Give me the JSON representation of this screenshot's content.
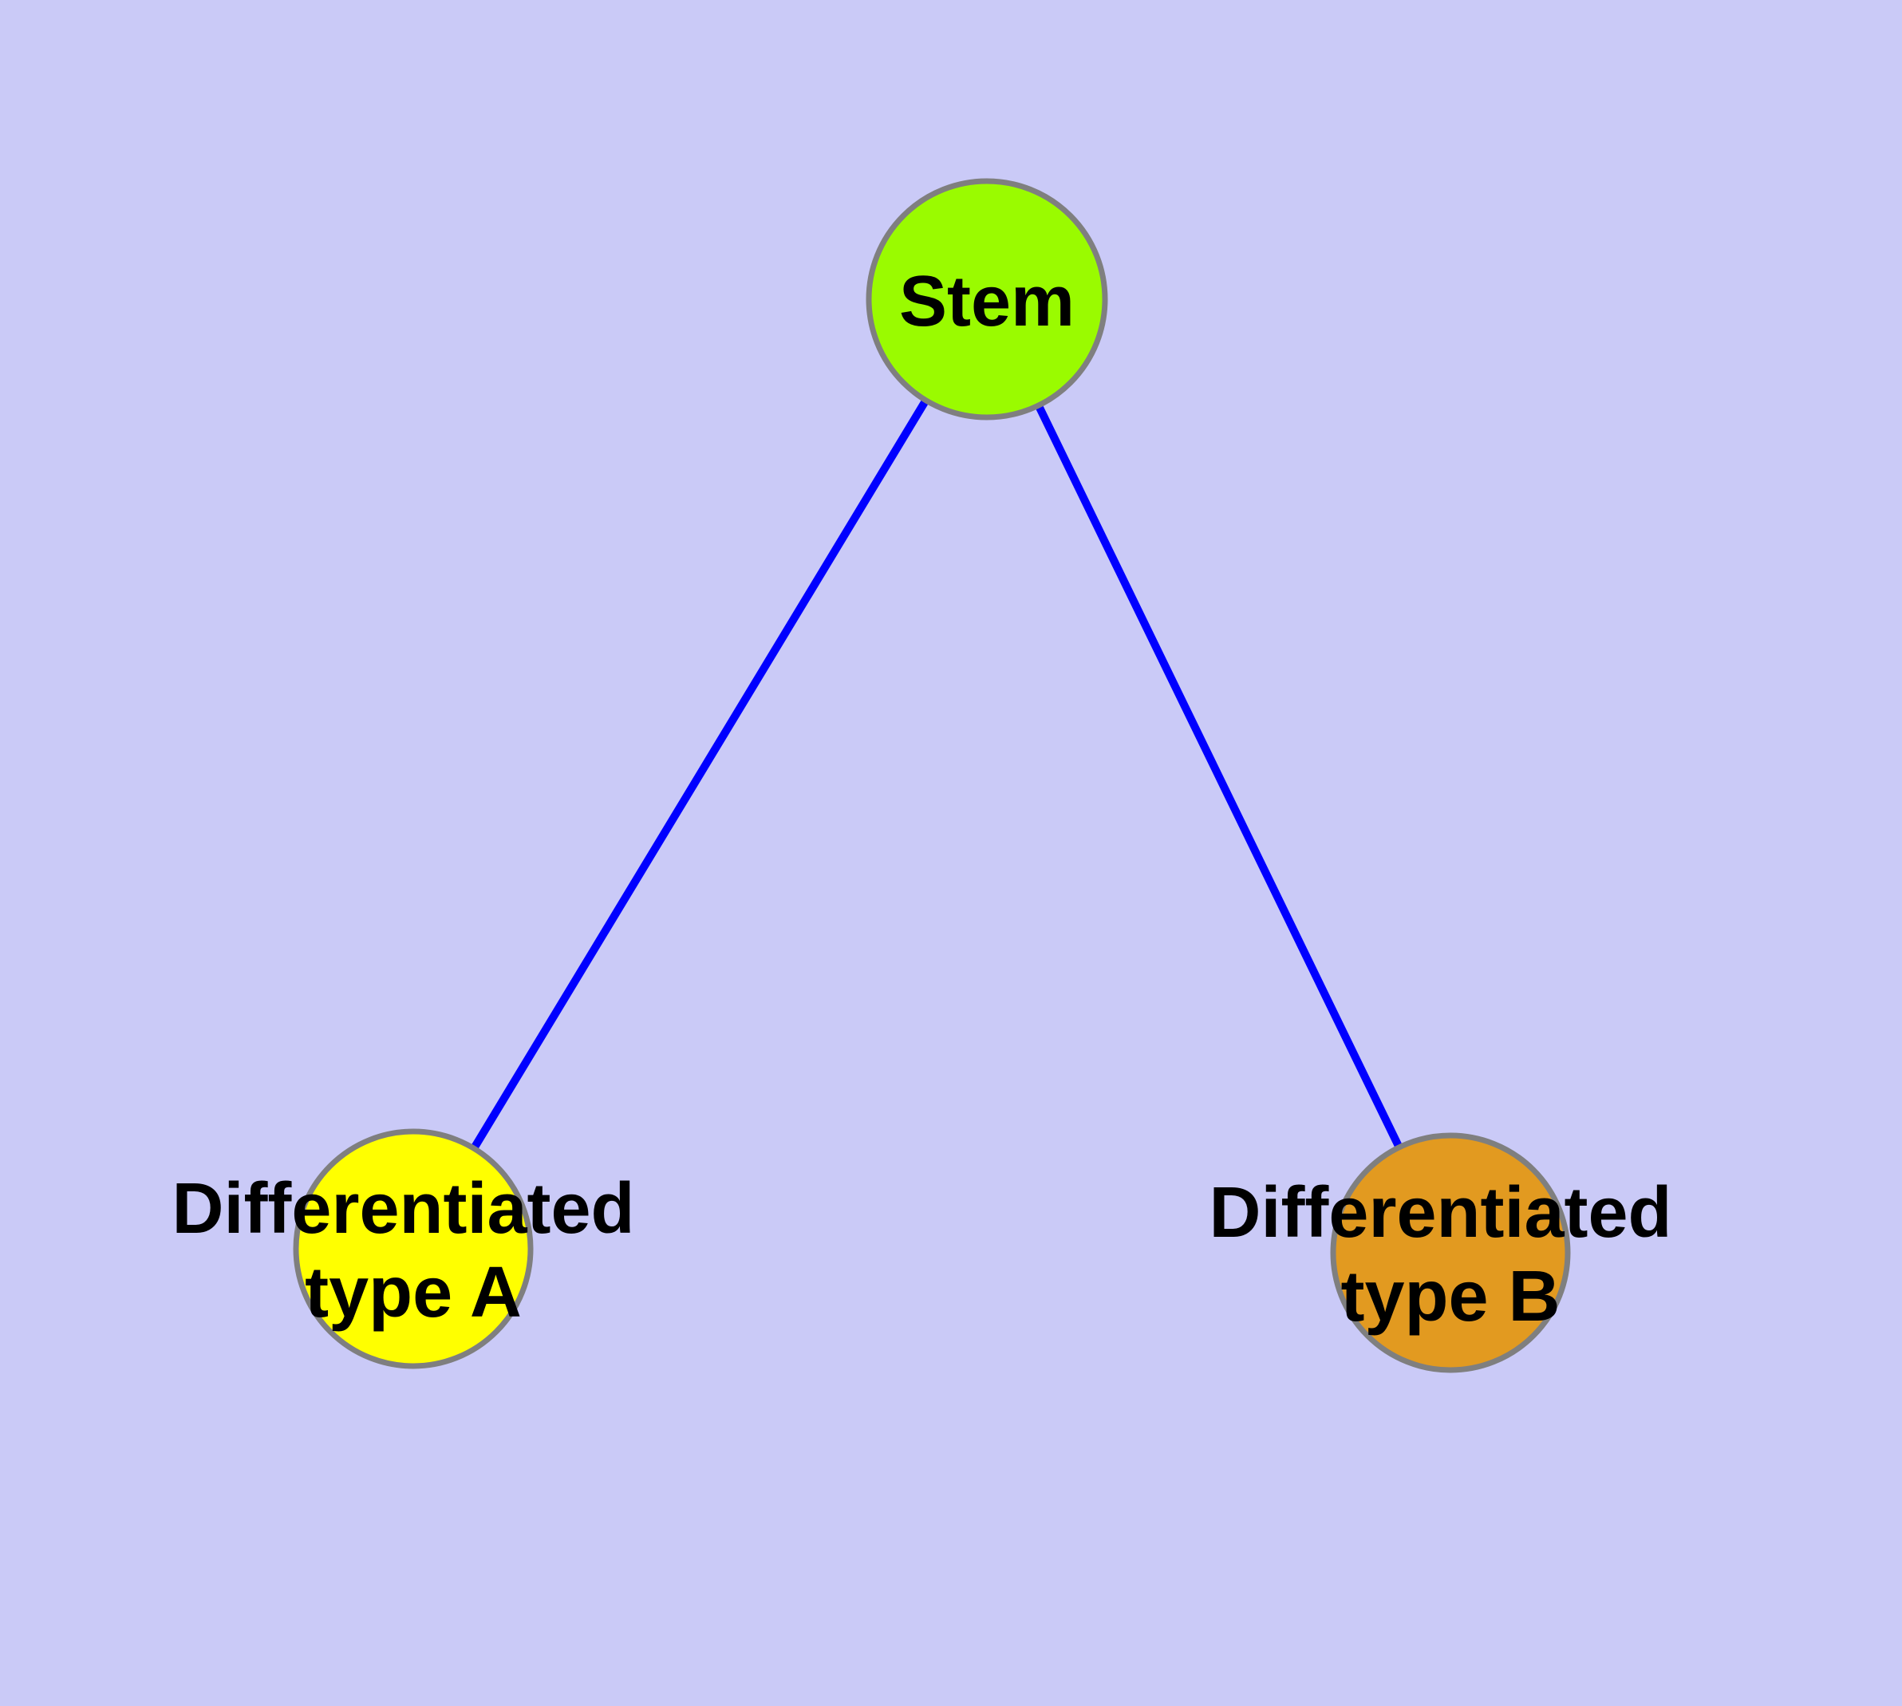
{
  "diagram": {
    "kind": "node-link-graph",
    "background_color": "#CACAF7",
    "edge_color": "#0000FF",
    "node_border_color": "#7F7F7F",
    "text_color": "#000000",
    "nodes": [
      {
        "id": "stem",
        "label": "Stem",
        "fill": "#9AFB00",
        "shape": "circle"
      },
      {
        "id": "differentiated-type-a",
        "label": "Differentiated type A",
        "label_line1": "Differentiated",
        "label_line2": "type A",
        "fill": "#FFFF00",
        "shape": "circle"
      },
      {
        "id": "differentiated-type-b",
        "label": "Differentiated type B",
        "label_line1": "Differentiated",
        "label_line2": "type B",
        "fill": "#E29A20",
        "shape": "circle"
      }
    ],
    "edges": [
      {
        "from": "Stem",
        "to": "Differentiated type A"
      },
      {
        "from": "Stem",
        "to": "Differentiated type B"
      }
    ]
  }
}
